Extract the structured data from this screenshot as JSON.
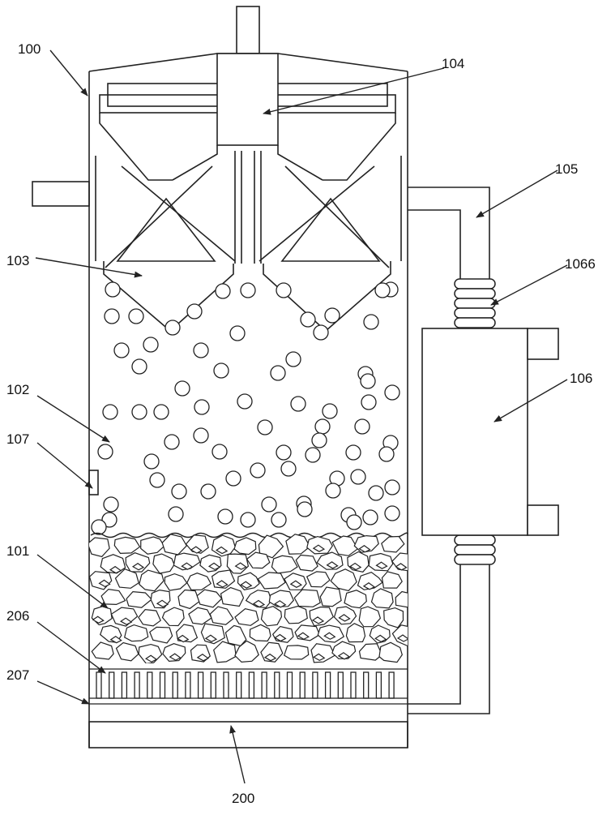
{
  "colors": {
    "stroke": "#222222",
    "background": "#ffffff"
  },
  "labels": {
    "l100": "100",
    "l104": "104",
    "l105": "105",
    "l1066": "1066",
    "l103": "103",
    "l106": "106",
    "l102": "102",
    "l107": "107",
    "l101": "101",
    "l206": "206",
    "l207": "207",
    "l200": "200"
  }
}
